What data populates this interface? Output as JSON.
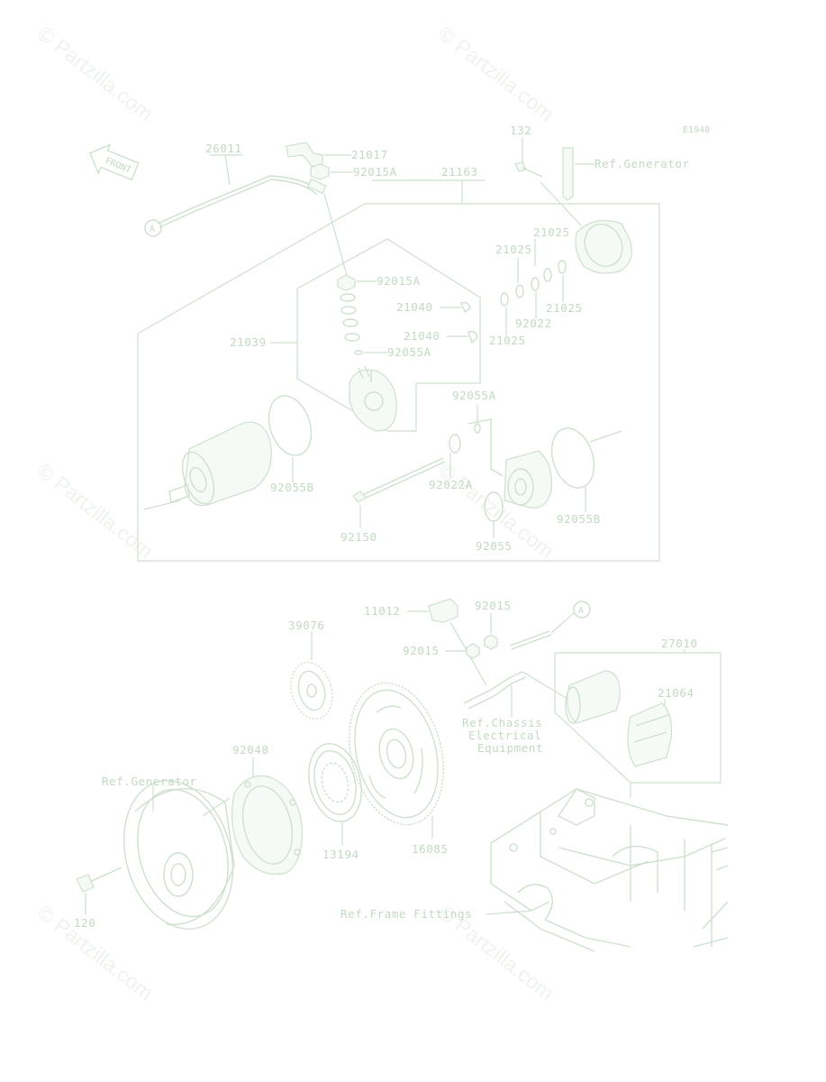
{
  "diagram_code": "E1940",
  "front_label": "FRONT",
  "watermark": "© Partzilla.com",
  "callouts": {
    "c26011": "26011",
    "c21017": "21017",
    "c92015A_top": "92015A",
    "c21163": "21163",
    "c132": "132",
    "ref_generator_top": "Ref.Generator",
    "c21025_a": "21025",
    "c21025_b": "21025",
    "c21025_c": "21025",
    "c21025_d": "21025",
    "c92022": "92022",
    "c92015A_mid": "92015A",
    "c21040_a": "21040",
    "c21040_b": "21040",
    "c21039": "21039",
    "c92055A_a": "92055A",
    "c92055A_b": "92055A",
    "c92055B_a": "92055B",
    "c92055B_b": "92055B",
    "c92022A": "92022A",
    "c92150": "92150",
    "c92055": "92055",
    "c11012": "11012",
    "c92015_a": "92015",
    "c92015_b": "92015",
    "c39076": "39076",
    "c27010": "27010",
    "c21064": "21064",
    "ref_chassis_1": "Ref.Chassis",
    "ref_chassis_2": "Electrical",
    "ref_chassis_3": "Equipment",
    "c92048": "92048",
    "ref_generator_bottom": "Ref.Generator",
    "c13194": "13194",
    "c16085": "16085",
    "c120": "120",
    "ref_frame": "Ref.Frame Fittings",
    "marker_a_top": "A",
    "marker_a_bottom": "A"
  }
}
